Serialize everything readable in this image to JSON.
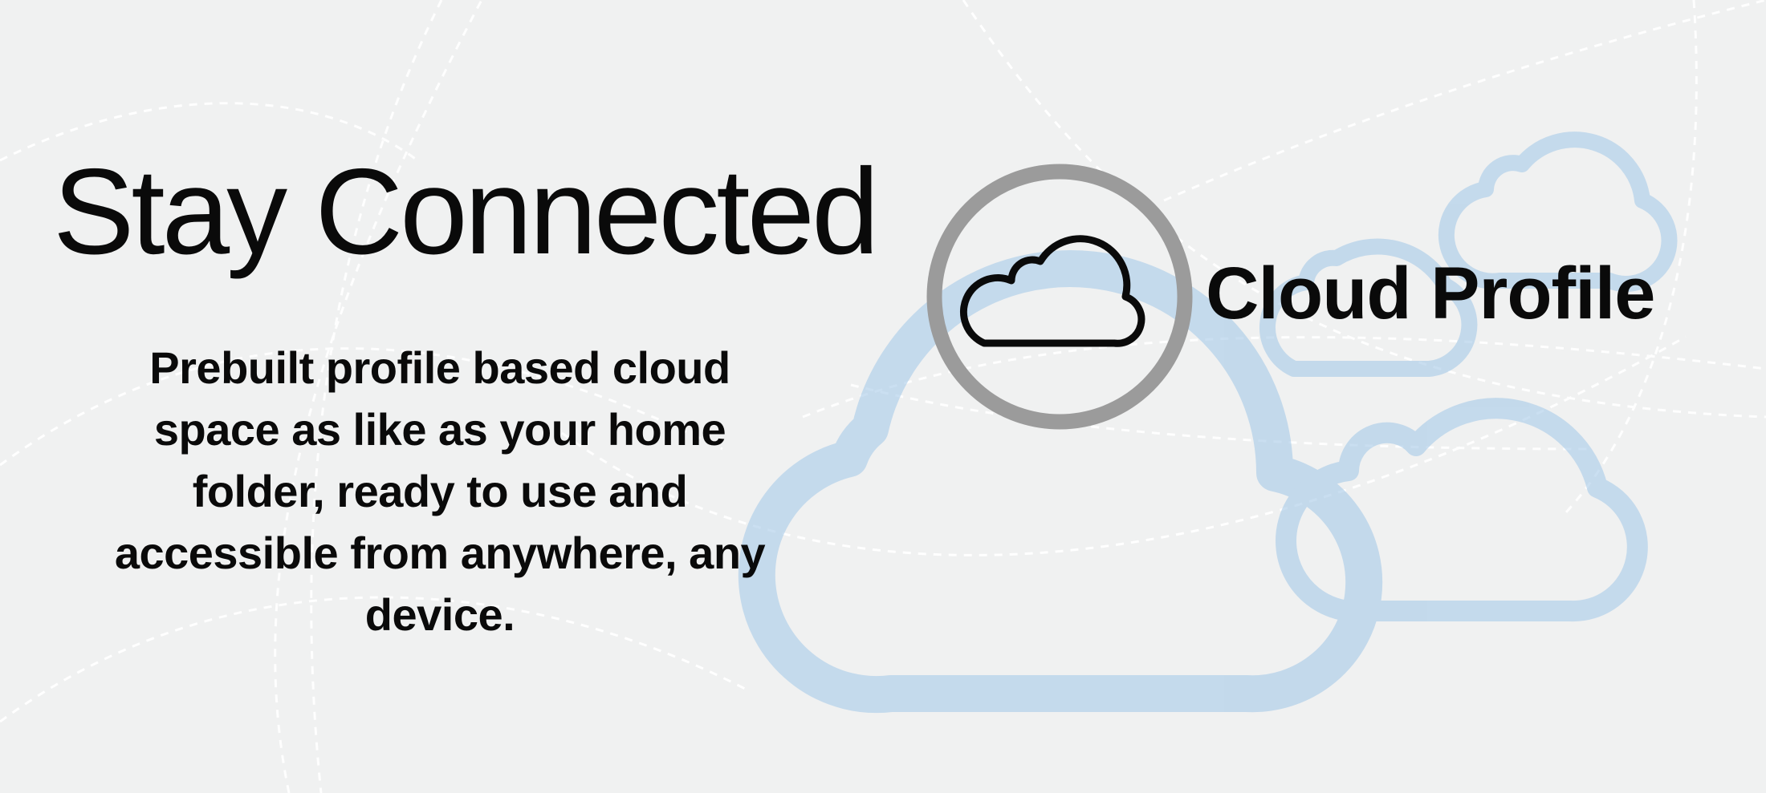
{
  "hero": {
    "headline": "Stay Connected",
    "description": "Prebuilt profile based cloud space as like as your home folder, ready to use and accessible from anywhere, any device."
  },
  "feature": {
    "label": "Cloud Profile",
    "icon": "cloud-icon"
  },
  "decoration": {
    "background_icon": "cloud-icon"
  },
  "colors": {
    "background": "#f0f1f1",
    "text": "#0a0a0a",
    "cloud_outline": "#a9cbe8",
    "icon_ring": "#9b9b9b"
  }
}
